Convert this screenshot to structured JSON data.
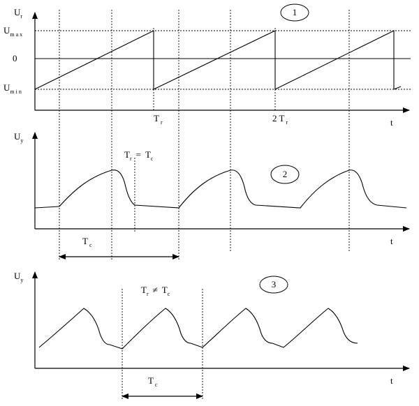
{
  "panel1": {
    "y_axis": "U",
    "y_axis_sub": "r",
    "x_axis": "t",
    "badge": "1",
    "levels": [
      {
        "main": "U",
        "sub": "m a x"
      },
      {
        "main": "0",
        "sub": ""
      },
      {
        "main": "U",
        "sub": "m i n"
      }
    ],
    "ticks": [
      {
        "main": "T",
        "sub": "r"
      },
      {
        "main": "2 T",
        "sub": "r"
      }
    ]
  },
  "panel2": {
    "y_axis": "U",
    "y_axis_sub": "y",
    "x_axis": "t",
    "badge": "2",
    "relation": {
      "a": "T",
      "a_sub": "r",
      "op": "=",
      "b": "T",
      "b_sub": "c"
    },
    "period": {
      "main": "T",
      "sub": "c"
    }
  },
  "panel3": {
    "y_axis": "U",
    "y_axis_sub": "y",
    "x_axis": "t",
    "badge": "3",
    "relation": {
      "a": "T",
      "a_sub": "r",
      "op": "≠",
      "b": "T",
      "b_sub": "c"
    },
    "period": {
      "main": "T",
      "sub": "c"
    }
  }
}
